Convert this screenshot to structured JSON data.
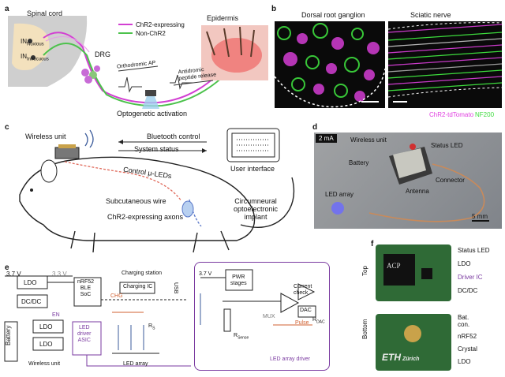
{
  "panel_a": {
    "label": "a",
    "spinal_cord": "Spinal cord",
    "in_noxious_main": "IN",
    "in_noxious_sub": "Noxious",
    "in_innocuous_main": "IN",
    "in_innocuous_sub": "Innocuous",
    "legend_chr2": "ChR2-expressing",
    "legend_nonchr2": "Non-ChR2",
    "epidermis": "Epidermis",
    "drg": "DRG",
    "orthodromic": "Orthodromic AP",
    "antidromic_1": "Antidromic",
    "antidromic_2": "peptide release",
    "optogenetic": "Optogenetic activation",
    "colors": {
      "chr2": "#d23fd2",
      "nonchr2": "#4cc24c"
    }
  },
  "panel_b": {
    "label": "b",
    "left_title": "Dorsal root ganglion",
    "right_title": "Sciatic nerve",
    "legend_tdtomato": "ChR2-tdTomato",
    "legend_nf200": "NF200",
    "colors": {
      "tdtomato": "#e040e0",
      "nf200": "#3ddc3d"
    }
  },
  "panel_c": {
    "label": "c",
    "wireless_unit": "Wireless unit",
    "bluetooth": "Bluetooth control",
    "system_status": "System status",
    "user_interface": "User interface",
    "control_leds": "Control μ-LEDs",
    "subcutaneous": "Subcutaneous wire",
    "axons": "ChR2-expressing axons",
    "circum_1": "Circumneural",
    "circum_2": "optoelectronic",
    "circum_3": "implant"
  },
  "panel_d": {
    "label": "d",
    "current": "2 mA",
    "wireless_unit": "Wireless unit",
    "status_led": "Status LED",
    "battery": "Battery",
    "connector": "Connector",
    "antenna": "Antenna",
    "led_array": "LED array",
    "scale": "5 mm"
  },
  "panel_e": {
    "label": "e",
    "v37": "3.7 V",
    "v33": "3.3 V",
    "ldo": "LDO",
    "dcdc": "DC/DC",
    "battery": "Battery",
    "wireless_unit": "Wireless unit",
    "nrf_1": "nRF52",
    "nrf_2": "BLE",
    "nrf_3": "SoC",
    "charging_station": "Charging station",
    "charging_ic": "Charging IC",
    "usb": "USB",
    "led_1": "LED",
    "led_2": "driver",
    "led_3": "ASIC",
    "led_array": "LED array",
    "rs": "R",
    "rs_sub": "S",
    "en": "EN",
    "chg": "CHG",
    "inset_v37": "3.7 V",
    "pwr_1": "PWR",
    "pwr_2": "stages",
    "mux": "MUX",
    "current_1": "Current",
    "current_2": "check",
    "dac": "DAC",
    "rdac": "R",
    "rdac_sub": "DAC",
    "pulse": "Pulse",
    "rsense": "R",
    "rsense_sub": "Sense",
    "driver_title": "LED array driver"
  },
  "panel_f": {
    "label": "f",
    "top": "Top",
    "bottom": "Bottom",
    "status_led": "Status LED",
    "ldo_top": "LDO",
    "driver_ic": "Driver IC",
    "dcdc": "DC/DC",
    "bat_1": "Bat.",
    "bat_2": "con.",
    "nrf52": "nRF52",
    "crystal": "Crystal",
    "ldo_bottom": "LDO",
    "chip_text_1": "ACP",
    "chip_text_2": "ETH",
    "chip_text_3": "Zürich"
  }
}
